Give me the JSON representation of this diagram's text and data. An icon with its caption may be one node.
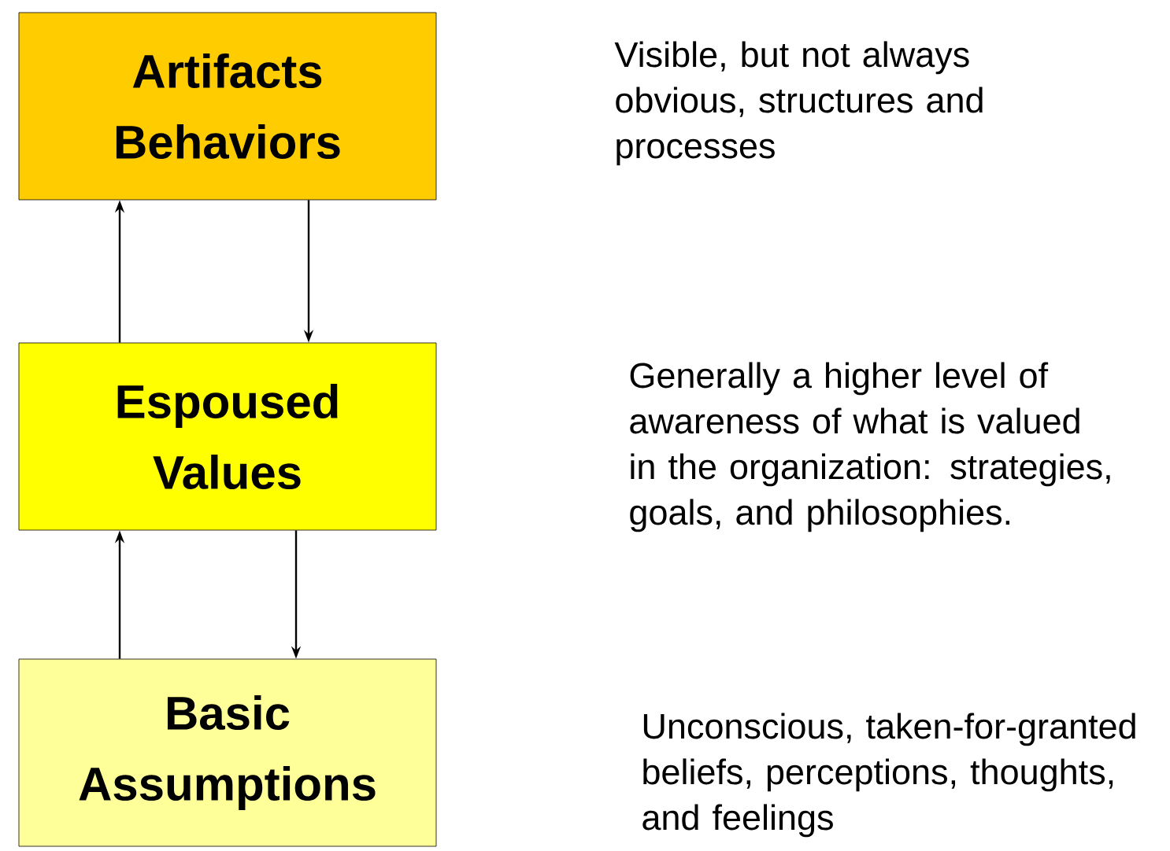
{
  "diagram": {
    "nodes": [
      {
        "text": [
          "Artifacts Behaviors"
        ]
      },
      {
        "text": [
          "Espoused Values"
        ]
      },
      {
        "text": [
          "Basic Assumptions"
        ]
      }
    ],
    "edges": [
      {
        "from": 1,
        "to": 0,
        "arrow": "to"
      },
      {
        "from": 0,
        "to": 1,
        "arrow": "to"
      },
      {
        "from": 2,
        "to": 1,
        "arrow": "to"
      },
      {
        "from": 1,
        "to": 2,
        "arrow": "to"
      }
    ],
    "labels": [
      "Visible, but not always obvious, structures and processes",
      "Generally a higher level of awareness of what is valued in the organization: strategies, goals, and philosophies.",
      "Unconscious, taken-for-granted beliefs, perceptions, thoughts, and feelings"
    ]
  }
}
